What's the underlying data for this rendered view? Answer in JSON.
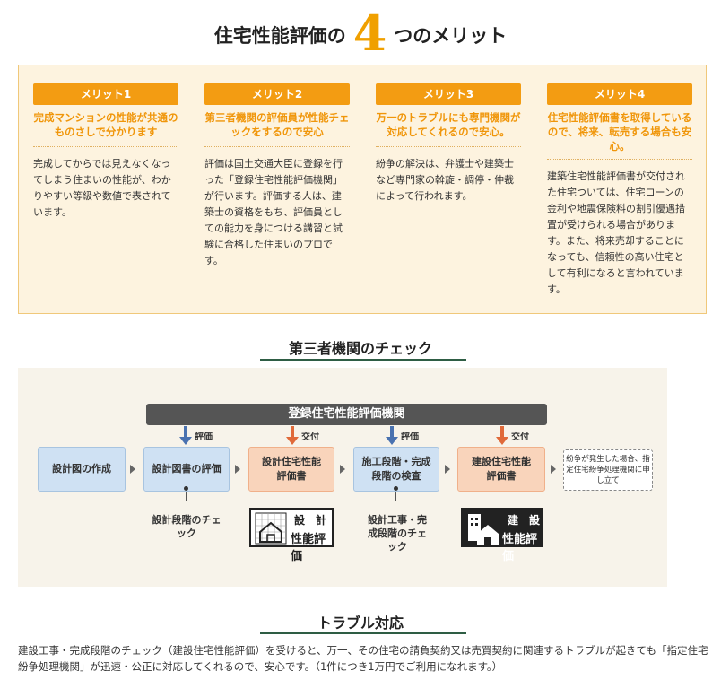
{
  "heading": {
    "before": "住宅性能評価の",
    "number": "4",
    "after": "つのメリット"
  },
  "merits": [
    {
      "badge": "メリット1",
      "head": "完成マンションの性能が共通のものさしで分かります",
      "body": "完成してからでは見えなくなってしまう住まいの性能が、わかりやすい等級や数値で表されています。"
    },
    {
      "badge": "メリット2",
      "head": "第三者機関の評価員が性能チェックをするので安心",
      "body": "評価は国土交通大臣に登録を行った「登録住宅性能評価機関」が行います。評価する人は、建築士の資格をもち、評価員としての能力を身につける講習と試験に合格した住まいのプロです。"
    },
    {
      "badge": "メリット3",
      "head": "万一のトラブルにも専門機関が対応してくれるので安心。",
      "body": "紛争の解決は、弁護士や建築士など専門家の斡旋・調停・仲裁によって行われます。"
    },
    {
      "badge": "メリット4",
      "head": "住宅性能評価書を取得しているので、将来、転売する場合も安心。",
      "body": "建築住宅性能評価書が交付された住宅ついては、住宅ローンの金利や地震保険料の割引優遇措置が受けられる場合があります。また、将来売却することになっても、信頼性の高い住宅として有利になると言われています。"
    }
  ],
  "check_section": {
    "title": "第三者機関のチェック",
    "org": "登録住宅性能評価機関",
    "arrows": [
      {
        "label": "評価"
      },
      {
        "label": "交付"
      },
      {
        "label": "評価"
      },
      {
        "label": "交付"
      }
    ],
    "steps": [
      "設計図の作成",
      "設計図書の評価",
      "設計住宅性能評価書",
      "施工段階・完成段階の検査",
      "建設住宅性能評価書"
    ],
    "dispute": "紛争が発生した場合、指定住宅紛争処理機関に申し立て",
    "sub_design": "設計段階のチェック",
    "sub_construct": "設計工事・完成段階のチェック",
    "mark_design": {
      "top": "設　計",
      "bottom": "性能評価"
    },
    "mark_build": {
      "top": "建　設",
      "bottom": "性能評価"
    }
  },
  "trouble_section": {
    "title": "トラブル対応",
    "body": "建設工事・完成段階のチェック（建設住宅性能評価）を受けると、万一、その住宅の請負契約又は売買契約に関連するトラブルが起きても「指定住宅紛争処理機関」が迅速・公正に対応してくれるので、安心です。（1件につき1万円でご利用になれます。）"
  }
}
